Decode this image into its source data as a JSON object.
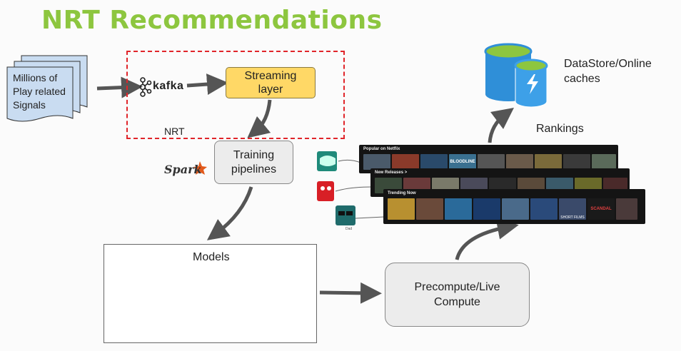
{
  "title": "NRT Recommendations",
  "nodes": {
    "signals": [
      "Millions of",
      "Play related",
      "Signals"
    ],
    "kafka": "kafka",
    "streaming": [
      "Streaming",
      "layer"
    ],
    "nrt": "NRT",
    "training": [
      "Training",
      "pipelines"
    ],
    "spark": "Spark",
    "models": "Models",
    "compute": [
      "Precompute/Live",
      "Compute"
    ],
    "datastore": [
      "DataStore/Online",
      "caches"
    ],
    "rankings": "Rankings"
  },
  "rows": [
    {
      "header": "Popular on Netflix"
    },
    {
      "header": "New Releases >"
    },
    {
      "header": "Trending Now"
    }
  ],
  "tile_texts": {
    "bloodline": "BLOODLINE",
    "trending_show": "SHORT FILMS",
    "scandal": "SCANDAL"
  },
  "profile_label": "Dad",
  "colors": {
    "title": "#8dc63f",
    "nrt_border": "#e0252a",
    "streaming_fill": "#ffd866",
    "box_fill": "#ececec",
    "arrow": "#555555",
    "doc_fill": "#c9dcf1",
    "db_blue": "#2f8fd8"
  }
}
